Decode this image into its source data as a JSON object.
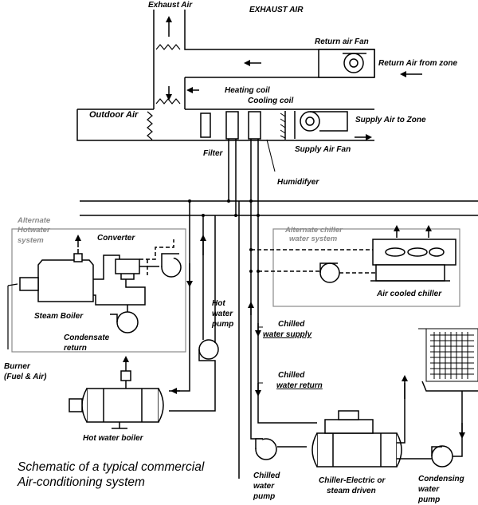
{
  "labels": {
    "exhaust_air_duct": "Exhaust Air",
    "exhaust_air_header": "EXHAUST AIR",
    "return_air_fan": "Return air Fan",
    "return_air_from_zone": "Return Air from zone",
    "heating_coil": "Heating coil",
    "cooling_coil": "Cooling coil",
    "outdoor_air": "Outdoor Air",
    "supply_air_to_zone": "Supply Air to Zone",
    "filter": "Filter",
    "supply_air_fan": "Supply Air Fan",
    "humidifyer": "Humidifyer",
    "alternate_hotwater_1": "Alternate",
    "alternate_hotwater_2": "Hotwater",
    "alternate_hotwater_3": "system",
    "converter": "Converter",
    "alternate_chiller_1": "Alternate chiller",
    "alternate_chiller_2": "water system",
    "steam_boiler": "Steam Boiler",
    "air_cooled_chiller": "Air cooled chiller",
    "hot_water_pump_1": "Hot",
    "hot_water_pump_2": "water",
    "hot_water_pump_3": "pump",
    "condensate_1": "Condensate",
    "condensate_2": "return",
    "chilled_water_supply_1": "Chilled",
    "chilled_water_supply_2": "water supply",
    "burner_1": "Burner",
    "burner_2": "(Fuel & Air)",
    "chilled_water_return_1": "Chilled",
    "chilled_water_return_2": "water return",
    "hot_water_boiler": "Hot water boiler",
    "chilled_pump_1": "Chilled",
    "chilled_pump_2": "water",
    "chilled_pump_3": "pump",
    "chiller_1": "Chiller-Electric or",
    "chiller_2": "steam driven",
    "condensing_pump_1": "Condensing",
    "condensing_pump_2": "water",
    "condensing_pump_3": "pump"
  },
  "caption": {
    "line1": "Schematic of a typical commercial",
    "line2": "Air-conditioning system"
  },
  "colors": {
    "ink": "#000000",
    "alternate": "#8a8a8a",
    "background": "#ffffff"
  }
}
